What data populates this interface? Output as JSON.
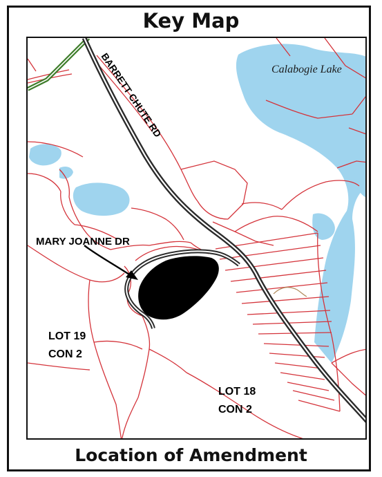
{
  "map": {
    "title": "Key Map",
    "caption": "Location of Amendment",
    "labels": {
      "lake": "Calabogie Lake",
      "road_main": "BARRETT CHUTE RD",
      "road_minor": "MARY JOANNE DR",
      "lot19_line1": "LOT 19",
      "lot19_line2": "CON 2",
      "lot18_line1": "LOT 18",
      "lot18_line2": "CON 2"
    },
    "colors": {
      "water": "#9fd4ee",
      "parcel_line": "#d4333a",
      "road_casing": "#2b2b2b",
      "highway": "#3e7d2a",
      "amendment_area": "#000000"
    }
  }
}
